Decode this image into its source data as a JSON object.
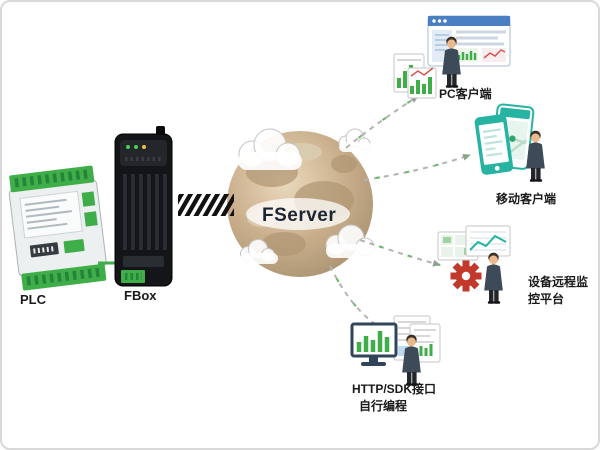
{
  "canvas": {
    "background": "#ffffff",
    "border": "#d9d9d9"
  },
  "nodes": {
    "plc": {
      "label": "PLC"
    },
    "fbox": {
      "label": "FBox"
    },
    "fserver": {
      "label": "FServer"
    }
  },
  "clients": {
    "pc": {
      "label": "PC客户端"
    },
    "mobile": {
      "label": "移动客户端"
    },
    "monitor": {
      "label_line1": "设备远程监",
      "label_line2": "控平台"
    },
    "sdk": {
      "label_line1": "HTTP/SDK接口",
      "label_line2": "自行编程"
    }
  },
  "colors": {
    "green": "#3fae49",
    "teal": "#27b3a2",
    "header_blue": "#4a7fc1",
    "gear_red": "#c0392b",
    "device_black": "#141518",
    "dash_gray": "#b3b3b3",
    "globe_tan": "#c9ae8b",
    "label_text": "#1a1a1a"
  },
  "icons": {
    "person-icon": "standing silhouette (svg shapes)",
    "gear-icon": "8-tooth red gear (svg shapes)",
    "cloud-icon": "white cloud outline (svg circles)",
    "globe-icon": "tan globe sphere (svg circle)",
    "phone-icon": "smartphone mockup (svg rect)",
    "browser-window-icon": "browser window with blue title bar (svg rect)",
    "bar-chart-icon": "green bar chart (svg lines)",
    "chevron-arrow-icon": "black slanted bars arrow (svg pattern)",
    "dashed-link-icon": "gray dashed connector with arrowhead (svg path)"
  }
}
